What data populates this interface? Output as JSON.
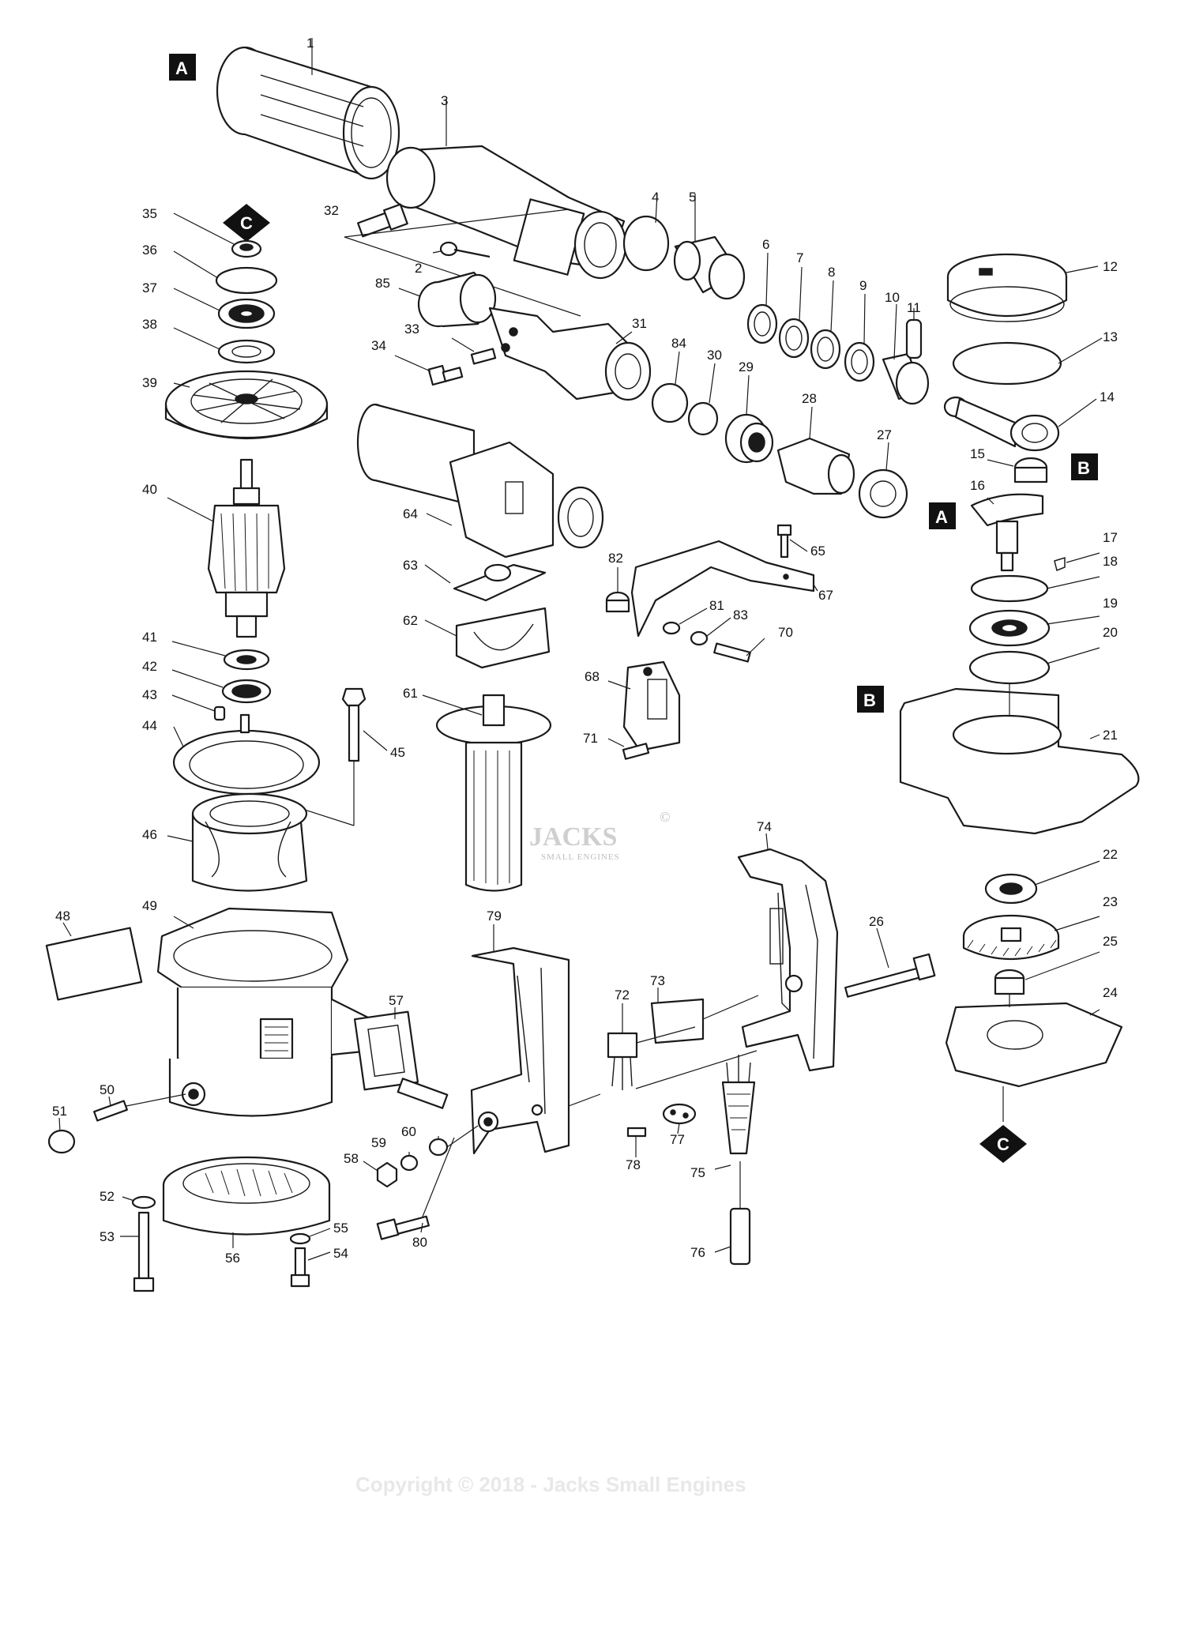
{
  "diagram": {
    "part_numbers": [
      "1",
      "2",
      "3",
      "4",
      "5",
      "6",
      "7",
      "8",
      "9",
      "10",
      "11",
      "12",
      "13",
      "14",
      "15",
      "16",
      "17",
      "18",
      "19",
      "20",
      "21",
      "22",
      "23",
      "24",
      "25",
      "26",
      "27",
      "28",
      "29",
      "30",
      "31",
      "32",
      "33",
      "34",
      "35",
      "36",
      "37",
      "38",
      "39",
      "40",
      "41",
      "42",
      "43",
      "44",
      "45",
      "46",
      "48",
      "49",
      "50",
      "51",
      "52",
      "53",
      "54",
      "55",
      "56",
      "57",
      "58",
      "59",
      "60",
      "61",
      "62",
      "63",
      "64",
      "65",
      "67",
      "68",
      "70",
      "71",
      "72",
      "73",
      "74",
      "75",
      "76",
      "77",
      "78",
      "79",
      "80",
      "81",
      "82",
      "83",
      "84",
      "85"
    ],
    "reference_flags": {
      "a": "A",
      "b": "B",
      "c": "C"
    }
  },
  "watermark": {
    "logo_text": "JACKS",
    "logo_subtext": "SMALL ENGINES",
    "logo_mark": "©"
  },
  "footer": {
    "copyright": "Copyright © 2018 - Jacks Small Engines"
  }
}
